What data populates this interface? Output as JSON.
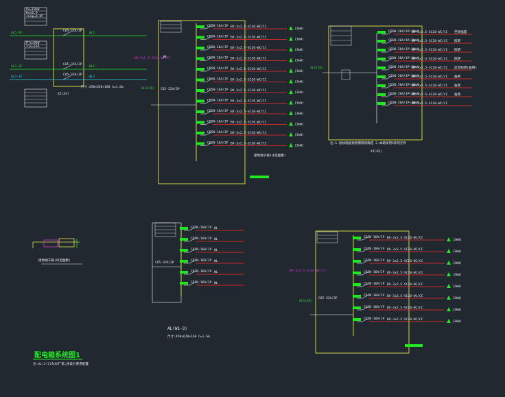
{
  "colors": {
    "background": "#212830",
    "frame": "#e8e84a",
    "bus": "#ff2b2b",
    "text": "#e9eef2",
    "accent": "#22e822",
    "cyan": "#21d6e8",
    "magenta": "#d43ad4"
  },
  "page_title": "配电箱系统图1",
  "page_subtitle": "注:AL(1~2)为XX厂家,按设计要求配置",
  "lower_left_caption": "AL(W1~3)",
  "lower_left_spec": "尺寸:450×620×160 h=1.6m",
  "mid_label_left": "AL1(XX)",
  "mid_label_right": "AL1(XX)",
  "right_top_label": "AL2(XX)",
  "right_top_note": "注:1.进线电缆规格需现场确定 2.本箱采用X系列元件",
  "circuit_label": "WL",
  "unit": "(3kW)",
  "main_breaker": "C65-32A/3P",
  "branch_breaker": "C65N-16A/1P",
  "rcd_breaker": "C65N-20A/1P+30mA",
  "cable_spec": "BV-3x2.5-SC20-WC/CC",
  "legend_box_lines": [
    "Pe=10kW",
    "Kx=0.9",
    "cosφ=0.85",
    "Pjs=9kW",
    "Ijs=16A"
  ],
  "left_feeds": [
    {
      "label": "AL1-1F",
      "breaker": "C65-32A/3P",
      "tag": "WL1"
    },
    {
      "label": "AL1-2F",
      "breaker": "C65-32A/3P",
      "tag": "WL2"
    },
    {
      "label": "AL2-1F",
      "breaker": "C65-32A/3P",
      "tag": "WL3"
    }
  ],
  "right_top_loads": [
    "空调插座",
    "照明",
    "照明",
    "照明",
    "应急照明(备用)",
    "备用",
    "备用",
    "备用"
  ],
  "small_caption": "接地端子箱(详见图集)",
  "xj_label": "XJ(XX)"
}
